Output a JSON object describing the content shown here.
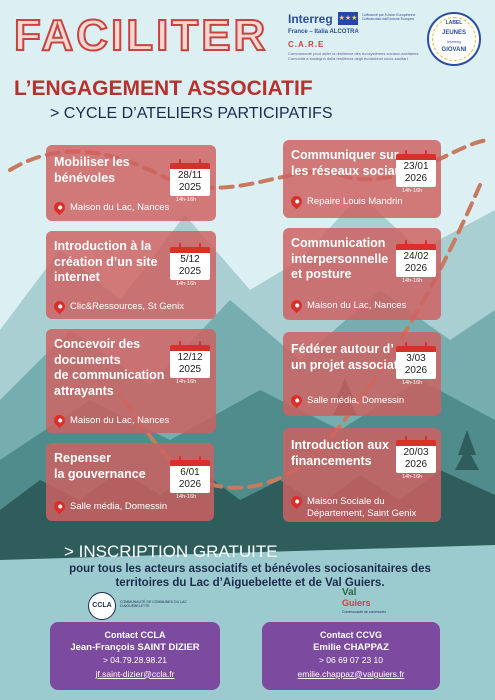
{
  "header": {
    "title": "FACILITER",
    "subtitle": "L’ENGAGEMENT ASSOCIATIF",
    "cycle": "> CYCLE D’ATELIERS PARTICIPATIFS"
  },
  "partners": {
    "interreg": "Interreg",
    "eu_text": "Cofinancé par l'Union Européenne Cofinanziato dall'Unione Europea",
    "program": "France – Italia ALCOTRA",
    "care": "C.A.R.E",
    "care_desc": "Communauté pour aider la résilience des écosystèmes sociaux-sanitaires Comunità a sostegno della resilienza degli ecosistemi socio-sanitari",
    "seal_top": "LABEL",
    "seal_mid": "JEUNES",
    "seal_small": "interreg",
    "seal_bot": "GIOVANI"
  },
  "workshops": [
    {
      "title_lines": [
        "Mobiliser les",
        "bénévoles"
      ],
      "day": "28/11",
      "year": "2025",
      "hours": "14h-16h",
      "location": "Maison du Lac, Nances"
    },
    {
      "title_lines": [
        "Introduction à la",
        "création d’un site",
        "internet"
      ],
      "day": "5/12",
      "year": "2025",
      "hours": "14h-16h",
      "location": "Clic&Ressources, St Genix"
    },
    {
      "title_lines": [
        "Concevoir des",
        "documents",
        "de communication",
        "attrayants"
      ],
      "day": "12/12",
      "year": "2025",
      "hours": "14h-16h",
      "location": "Maison du Lac, Nances"
    },
    {
      "title_lines": [
        "Repenser",
        "la gouvernance"
      ],
      "day": "6/01",
      "year": "2026",
      "hours": "14h-16h",
      "location": "Salle média, Domessin"
    },
    {
      "title_lines": [
        "Communiquer sur",
        "les réseaux sociaux"
      ],
      "day": "23/01",
      "year": "2026",
      "hours": "14h-16h",
      "location": "Repaire Louis Mandrin"
    },
    {
      "title_lines": [
        "Communication",
        "interpersonnelle",
        "et posture"
      ],
      "day": "24/02",
      "year": "2026",
      "hours": "14h-16h",
      "location": "Maison du Lac, Nances"
    },
    {
      "title_lines": [
        "Fédérer autour d’",
        "un projet associatif"
      ],
      "day": "3/03",
      "year": "2026",
      "hours": "14h-16h",
      "location": "Salle média, Domessin"
    },
    {
      "title_lines": [
        "Introduction aux",
        "financements"
      ],
      "day": "20/03",
      "year": "2026",
      "hours": "14h-16h",
      "location_lines": [
        "Maison Sociale du",
        "Département, Saint Genix"
      ]
    }
  ],
  "footer": {
    "inscription": "> INSCRIPTION GRATUITE",
    "audience_lines": [
      "pour tous les acteurs associatifs et bénévoles sociosanitaires des",
      "territoires du Lac d’Aiguebelette et de Val Guiers."
    ],
    "ccla_logo": "CCLA",
    "ccla_name": "COMMUNAUTÉ DE COMMUNES DU LAC D'AIGUEBELETTE",
    "val_logo_1": "Val",
    "val_logo_2": "Guiers",
    "val_sub": "Communauté de communes"
  },
  "contacts": [
    {
      "title": "Contact CCLA",
      "name": "Jean-François SAINT DIZIER",
      "phone": "> 04.79.28.98.21",
      "email": "jf.saint-dizier@ccla.fr"
    },
    {
      "title": "Contact CCVG",
      "name": "Emilie CHAPPAZ",
      "phone": "> 06 69 07 23 10",
      "email": "emilie.chappaz@valguiers.fr"
    }
  ],
  "colors": {
    "card": "#ce6060",
    "accent_red": "#c9443e",
    "navy": "#1d2b4f",
    "contact_purple": "#7c4b9f",
    "mountain_teal": "#4f8c8b",
    "forest_dark": "#2f5d5c",
    "trail": "#c87a5f"
  }
}
